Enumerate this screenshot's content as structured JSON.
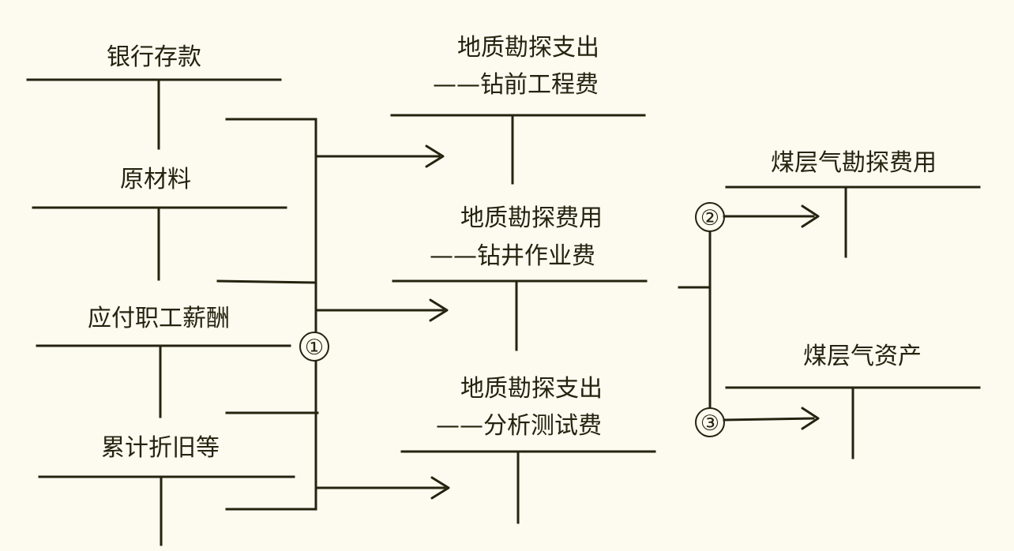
{
  "accounts": {
    "bank_deposit": "银行存款",
    "raw_materials": "原材料",
    "payroll_payable": "应付职工薪酬",
    "accumulated_depreciation": "累计折旧等",
    "geo_expenditure_pre_drilling_line1": "地质勘探支出",
    "geo_expenditure_pre_drilling_line2": "——钻前工程费",
    "geo_expense_drilling_line1": "地质勘探费用",
    "geo_expense_drilling_line2": "——钻井作业费",
    "geo_expenditure_testing_line1": "地质勘探支出",
    "geo_expenditure_testing_line2": "——分析测试费",
    "cbm_exploration_expense": "煤层气勘探费用",
    "cbm_assets": "煤层气资产"
  },
  "steps": {
    "step1": "①",
    "step2": "②",
    "step3": "③"
  },
  "colors": {
    "ink": "#25230f",
    "paper": "#fdfaf0"
  }
}
